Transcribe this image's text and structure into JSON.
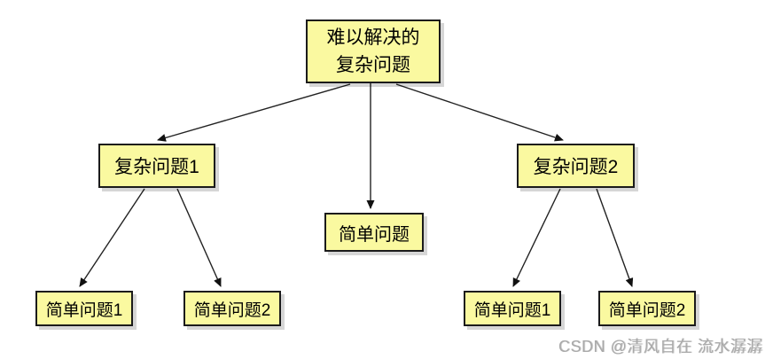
{
  "diagram": {
    "nodes": {
      "root": {
        "id": "root",
        "label": "难以解决的\n复杂问题"
      },
      "complex1": {
        "id": "complex1",
        "label": "复杂问题1"
      },
      "complex2": {
        "id": "complex2",
        "label": "复杂问题2"
      },
      "simple_mid": {
        "id": "simple_mid",
        "label": "简单问题"
      },
      "simple1_left": {
        "id": "simple1_left",
        "label": "简单问题1"
      },
      "simple2_left": {
        "id": "simple2_left",
        "label": "简单问题2"
      },
      "simple1_right": {
        "id": "simple1_right",
        "label": "简单问题1"
      },
      "simple2_right": {
        "id": "simple2_right",
        "label": "简单问题2"
      }
    },
    "edges": [
      {
        "from": "root",
        "to": "complex1"
      },
      {
        "from": "root",
        "to": "simple_mid"
      },
      {
        "from": "root",
        "to": "complex2"
      },
      {
        "from": "complex1",
        "to": "simple1_left"
      },
      {
        "from": "complex1",
        "to": "simple2_left"
      },
      {
        "from": "complex2",
        "to": "simple1_right"
      },
      {
        "from": "complex2",
        "to": "simple2_right"
      }
    ],
    "colors": {
      "node_fill": "#FAF9A0",
      "node_border": "#1B1B1B",
      "edge": "#222222",
      "background": "#FFFFFF",
      "watermark": "#A9A9A9"
    }
  },
  "watermark": {
    "text": "CSDN @清风自在 流水潺潺"
  }
}
